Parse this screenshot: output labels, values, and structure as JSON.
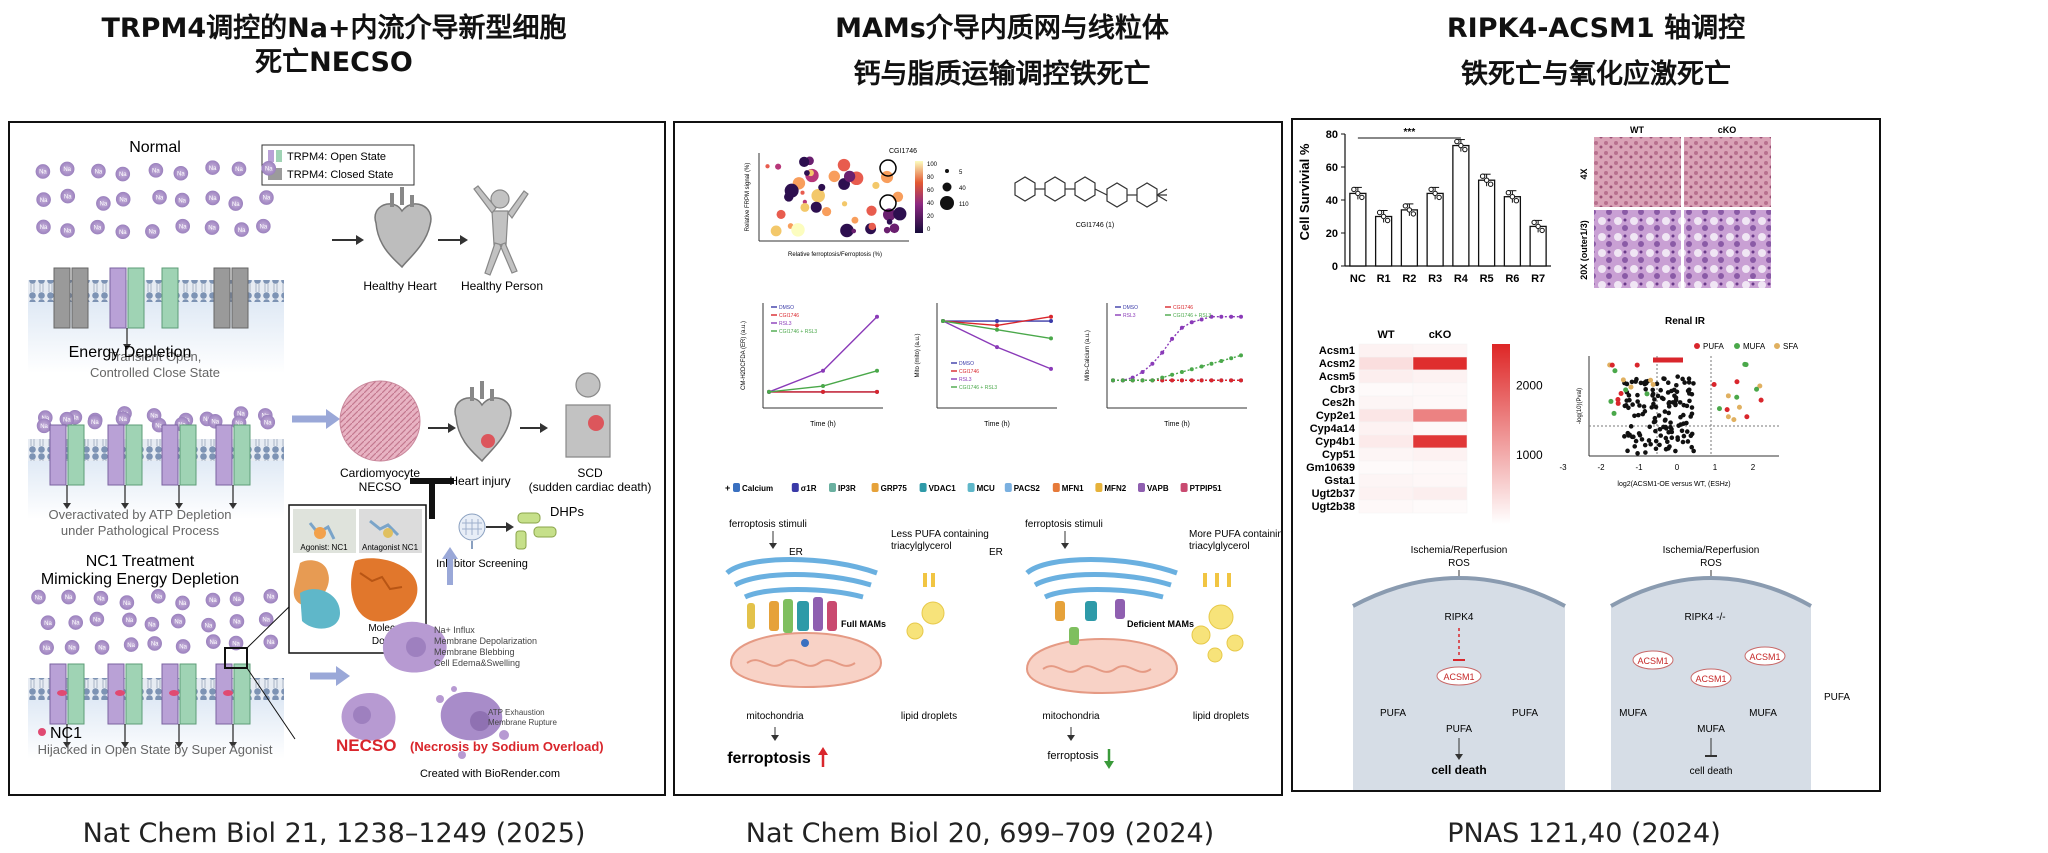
{
  "panels": [
    {
      "title_line1": "TRPM4调控的Na+内流介导新型细胞",
      "title_line2": "死亡NECSO",
      "citation": "Nat Chem Biol 21, 1238–1249 (2025)",
      "labels": {
        "normal": "Normal",
        "legend_open": "TRPM4: Open State",
        "legend_closed": "TRPM4: Closed State",
        "healthy_heart": "Healthy Heart",
        "healthy_person": "Healthy Person",
        "transient_1": "Transient Open,",
        "transient_2": "Controlled Close State",
        "energy_depletion": "Energy Depletion",
        "cardiomyocyte_1": "Cardiomyocyte",
        "cardiomyocyte_2": "NECSO",
        "heart_injury": "Heart injury",
        "scd_1": "SCD",
        "scd_2": "(sudden cardiac death)",
        "overactivated_1": "Overactivated by ATP Depletion",
        "overactivated_2": "under Pathological Process",
        "nc1_treat_1": "NC1 Treatment",
        "nc1_treat_2": "Mimicking Energy Depletion",
        "dhps": "DHPs",
        "inhibitor_screening": "Inhibitor Screening",
        "agonist_nc1": "Agonist: NC1",
        "antagonist_nc1": "Antagonist NC1",
        "molecular_docking_1": "Molecular",
        "molecular_docking_2": "Docking",
        "na_influx": "Na+ Influx",
        "membrane_depol": "Membrane Depolarization",
        "membrane_bleb": "Membrane Blebbing",
        "cell_edema": "Cell Edema&Swelling",
        "atp_exhaust": "ATP Exhaustion",
        "membrane_rupture": "Membrane Rupture",
        "nc1": "NC1",
        "hijacked": "Hijacked in Open State by Super Agonist",
        "necso": "NECSO",
        "necso_sub": "(Necrosis by Sodium Overload)",
        "created_with": "Created with BioRender.com",
        "na": "Na"
      }
    },
    {
      "title_line1": "MAMs介导内质网与线粒体",
      "title_line2": "钙与脂质运输调控铁死亡",
      "citation": "Nat Chem Biol 20, 699–709 (2024)",
      "labels": {
        "compound_top": "CGI1746",
        "compound_name": "CGI1746 (1)",
        "bubble_xlabel": "Relative ferroptosis/Ferroptosis (%)",
        "bubble_ylabel": "Relative FRPM signal (%)",
        "size_legend": [
          "5",
          "40",
          "110"
        ],
        "color_legend": [
          "100",
          "80",
          "60",
          "40",
          "20",
          "0"
        ],
        "line_legend": [
          "DMSO",
          "CGI1746",
          "RSL3",
          "CGI1746 + RSL3"
        ],
        "line_xlabel": "Time (h)",
        "ylabel_1": "CM-H2DCFDA (ER) (a.u.)",
        "ylabel_2": "Mito (mito) (a.u.)",
        "ylabel_3": "Mito-Calcium (a.u.)",
        "protein_legend": [
          "Calcium",
          "σ1R",
          "IP3R",
          "GRP75",
          "VDAC1",
          "MCU",
          "PACS2",
          "MFN1",
          "MFN2",
          "VAPB",
          "PTPIP51"
        ],
        "stim_left": "ferroptosis stimuli",
        "stim_right": "ferroptosis stimuli",
        "er": "ER",
        "less_pufa_1": "Less PUFA containing",
        "less_pufa_2": "triacylglycerol",
        "more_pufa_1": "More PUFA containing",
        "more_pufa_2": "triacylglycerol",
        "full_mams": "Full MAMs",
        "deficient_mams": "Deficient MAMs",
        "mitochondria": "mitochondria",
        "lipid_droplets": "lipid droplets",
        "ferroptosis": "ferroptosis"
      }
    },
    {
      "title_line1": "RIPK4-ACSM1 轴调控",
      "title_line2": "铁死亡与氧化应激死亡",
      "citation": "PNAS 121,40 (2024)",
      "labels": {
        "survival_ylabel": "Cell Survivial %",
        "sig": "***",
        "wt": "WT",
        "cko": "cKO",
        "mag_4x": "4X",
        "mag_20x": "20X (outer1/3)",
        "renal_ir": "Renal IR",
        "heat_wt": "WT",
        "heat_cko": "cKO",
        "heat_scale": [
          "2000",
          "1000"
        ],
        "volcano_legend": [
          "PUFA",
          "MUFA",
          "SFA"
        ],
        "volcano_ylabel": "-log(10)(Pval)",
        "volcano_xlabel": "log2(ACSM1-OE versus WT, (ESHz)",
        "volcano_xticks": [
          "-3",
          "-2",
          "-1",
          "0",
          "1",
          "2"
        ],
        "isch_left_1": "Ischemia/Reperfusion",
        "isch_left_2": "ROS",
        "isch_right_1": "Ischemia/Reperfusion",
        "isch_right_2": "ROS",
        "ripk4": "RIPK4",
        "ripk4_ko": "RIPK4 -/-",
        "acsm1": "ACSM1",
        "pufa": "PUFA",
        "mufa": "MUFA",
        "cell_death_bold": "cell death",
        "cell_death": "cell death"
      }
    }
  ],
  "chart_data": [
    {
      "type": "bar",
      "title": "",
      "ylabel": "Cell Survivial %",
      "categories": [
        "NC",
        "R1",
        "R2",
        "R3",
        "R4",
        "R5",
        "R6",
        "R7"
      ],
      "values": [
        44,
        30,
        34,
        44,
        73,
        52,
        42,
        24
      ],
      "ylim": [
        0,
        80
      ],
      "yticks": [
        "0",
        "20",
        "40",
        "60",
        "80"
      ],
      "annotation": "***"
    },
    {
      "type": "heatmap",
      "columns": [
        "WT",
        "cKO"
      ],
      "rows": [
        "Acsm1",
        "Acsm2",
        "Acsm5",
        "Cbr3",
        "Ces2h",
        "Cyp2e1",
        "Cyp4a14",
        "Cyp4b1",
        "Cyp51",
        "Gm10639",
        "Gsta1",
        "Ugt2b37",
        "Ugt2b38"
      ],
      "values": [
        [
          150,
          120
        ],
        [
          400,
          2500
        ],
        [
          200,
          150
        ],
        [
          60,
          80
        ],
        [
          120,
          80
        ],
        [
          300,
          1500
        ],
        [
          150,
          80
        ],
        [
          250,
          2400
        ],
        [
          120,
          150
        ],
        [
          60,
          80
        ],
        [
          120,
          100
        ],
        [
          150,
          200
        ],
        [
          80,
          60
        ]
      ],
      "scale_ticks": [
        "2000",
        "1000"
      ],
      "scale_range": [
        0,
        2600
      ]
    }
  ]
}
